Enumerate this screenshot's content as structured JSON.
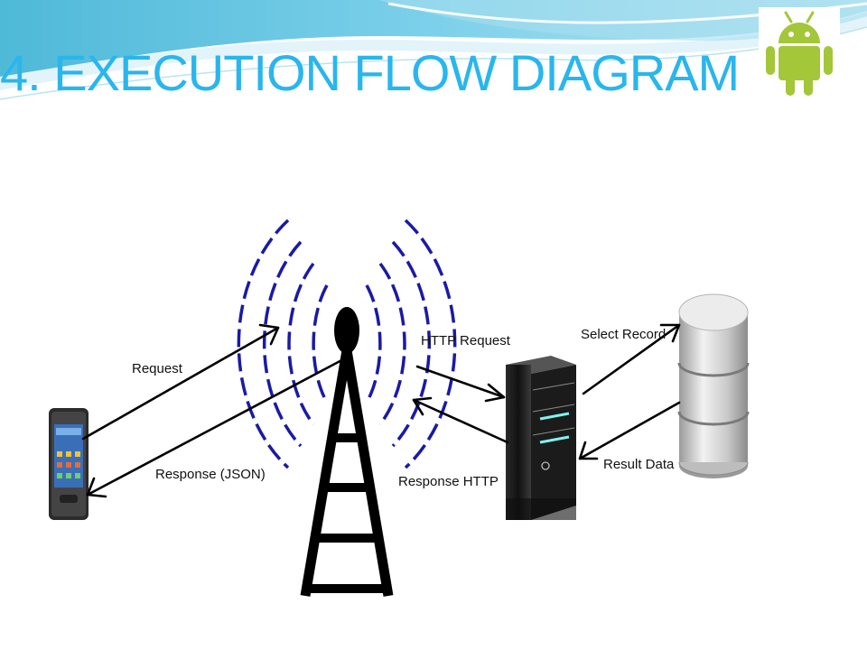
{
  "slide": {
    "title": "4. EXECUTION FLOW DIAGRAM",
    "logo_icon": "android-robot-icon",
    "accent_color": "#29b6ec",
    "logo_color": "#a4c639"
  },
  "diagram": {
    "nodes": [
      {
        "id": "phone",
        "icon": "smartphone-icon"
      },
      {
        "id": "tower",
        "icon": "cell-tower-icon"
      },
      {
        "id": "server",
        "icon": "server-icon"
      },
      {
        "id": "database",
        "icon": "database-icon"
      }
    ],
    "edges": [
      {
        "id": "request",
        "from": "phone",
        "to": "tower",
        "label": "Request"
      },
      {
        "id": "response-json",
        "from": "tower",
        "to": "phone",
        "label": "Response (JSON)"
      },
      {
        "id": "http-request",
        "from": "tower",
        "to": "server",
        "label": "HTTP Request"
      },
      {
        "id": "response-http",
        "from": "server",
        "to": "tower",
        "label": "Response HTTP"
      },
      {
        "id": "select-record",
        "from": "server",
        "to": "database",
        "label": "Select Record"
      },
      {
        "id": "result-data",
        "from": "database",
        "to": "server",
        "label": "Result Data"
      }
    ]
  }
}
